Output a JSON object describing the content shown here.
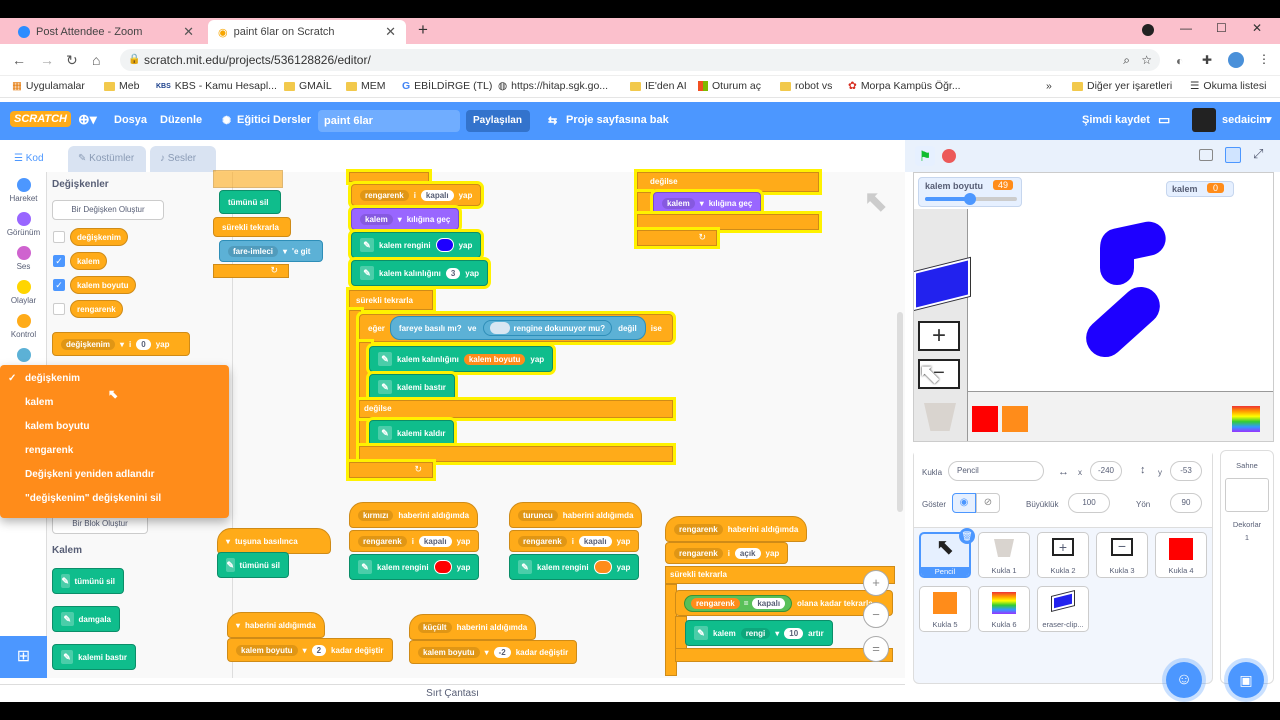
{
  "browser": {
    "tabs": [
      {
        "label": "Post Attendee - Zoom"
      },
      {
        "label": "paint 6lar on Scratch"
      }
    ],
    "url": "scratch.mit.edu/projects/536128826/editor/",
    "bookmarks": [
      "Uygulamalar",
      "Meb",
      "KBS - Kamu Hesapl...",
      "GMAİL",
      "MEM",
      "EBİLDİRGE (TL)",
      "https://hitap.sgk.go...",
      "IE'den AI",
      "Oturum aç",
      "robot vs",
      "Morpa Kampüs Öğr...",
      "Diğer yer işaretleri",
      "Okuma listesi"
    ]
  },
  "menubar": {
    "logo": "SCRATCH",
    "file": "Dosya",
    "edit": "Düzenle",
    "tutorials": "Eğitici Dersler",
    "project_title": "paint 6lar",
    "share": "Paylaşılan",
    "project_page": "Proje sayfasına bak",
    "save_now": "Şimdi kaydet",
    "user": "sedaicim"
  },
  "editor_tabs": {
    "code": "Kod",
    "costumes": "Kostümler",
    "sounds": "Sesler"
  },
  "categories": [
    {
      "label": "Hareket",
      "color": "#4c97ff"
    },
    {
      "label": "Görünüm",
      "color": "#9966ff"
    },
    {
      "label": "Ses",
      "color": "#cf63cf"
    },
    {
      "label": "Olaylar",
      "color": "#ffd500"
    },
    {
      "label": "Kontrol",
      "color": "#ffab19"
    },
    {
      "label": "",
      "color": "#5cb1d6"
    }
  ],
  "palette": {
    "variables_heading": "Değişkenler",
    "make_variable": "Bir Değişken Oluştur",
    "vars": [
      {
        "name": "değişkenim",
        "checked": false
      },
      {
        "name": "kalem",
        "checked": true
      },
      {
        "name": "kalem boyutu",
        "checked": true
      },
      {
        "name": "rengarenk",
        "checked": false
      }
    ],
    "set_block": {
      "var": "değişkenim",
      "mid": "i",
      "value": "0",
      "end": "yap"
    },
    "make_block": "Bir Blok Oluştur",
    "pen_heading": "Kalem",
    "pen_blocks": [
      "tümünü sil",
      "damgala",
      "kalemi bastır"
    ]
  },
  "dropdown": {
    "items": [
      "değişkenim",
      "kalem",
      "kalem boyutu",
      "rengarenk",
      "Değişkeni yeniden adlandır",
      "\"değişkenim\" değişkenini sil"
    ],
    "checked_index": 0
  },
  "workspace": {
    "b1": "rengarenk",
    "b1_mid": "i",
    "b1_val": "kapalı",
    "b1_end": "yap",
    "b2": "kalem",
    "b2_end": "kılığına geç",
    "b3": "kalem rengini",
    "b3_end": "yap",
    "b3_color": "#1e00ff",
    "b4": "kalem kalınlığını",
    "b4_val": "3",
    "b4_end": "yap",
    "forever": "sürekli tekrarla",
    "if": "eğer",
    "cond1": "fareye basılı mı?",
    "and": "ve",
    "cond2": "rengine dokunuyor mu?",
    "not": "değil",
    "then": "ise",
    "b5": "kalem kalınlığını",
    "b5_var": "kalem boyutu",
    "b5_end": "yap",
    "b6": "kalemi bastır",
    "else": "değilse",
    "b7": "kalemi kaldır",
    "left1": "tümünü sil",
    "left2": "sürekli tekrarla",
    "left3": "fare-imleci",
    "left3_end": "'e git",
    "right1": "değilse",
    "right2": "kalem",
    "right2_end": "kılığına geç",
    "h1_msg": "kırmızı",
    "h1": "haberini aldığımda",
    "h1_b1": "rengarenk",
    "h1_b1_mid": "i",
    "h1_b1_val": "kapalı",
    "h1_b1_end": "yap",
    "h1_b2": "kalem rengini",
    "h1_b2_end": "yap",
    "h1_color": "#ff0000",
    "h2_msg": "turuncu",
    "h2": "haberini aldığımda",
    "h2_b1": "rengarenk",
    "h2_b1_mid": "i",
    "h2_b1_val": "kapalı",
    "h2_b1_end": "yap",
    "h2_b2": "kalem rengini",
    "h2_b2_end": "yap",
    "h2_color": "#ff8c1a",
    "h3_msg": "rengarenk",
    "h3": "haberini aldığımda",
    "h3_b1": "rengarenk",
    "h3_b1_mid": "i",
    "h3_b1_val": "açık",
    "h3_b1_end": "yap",
    "h3_forever": "sürekli tekrarla",
    "h3_until_var": "rengarenk",
    "h3_until_eq": "=",
    "h3_until_val": "kapalı",
    "h3_until": "olana kadar tekrarla",
    "h3_b2": "kalem",
    "h3_b2_dd": "rengi",
    "h3_b2_val": "10",
    "h3_b2_end": "artır",
    "k1_a": "tuşuna basılınca",
    "k1_b": "tümünü sil",
    "h4": "haberini aldığımda",
    "h4_b": "kalem boyutu",
    "h4_val": "2",
    "h4_end": "kadar değiştir",
    "h5_msg": "küçült",
    "h5": "haberini aldığımda",
    "h5_b": "kalem boyutu",
    "h5_val": "-2",
    "h5_end": "kadar değiştir"
  },
  "stage": {
    "monitor1_label": "kalem boyutu",
    "monitor1_value": "49",
    "monitor2_label": "kalem",
    "monitor2_value": "0"
  },
  "sprite_info": {
    "sprite_label": "Kukla",
    "sprite_name": "Pencil",
    "x_label": "x",
    "x": "-240",
    "y_label": "y",
    "y": "-53",
    "show_label": "Göster",
    "size_label": "Büyüklük",
    "size": "100",
    "dir_label": "Yön",
    "direction": "90"
  },
  "sprites": [
    "Pencil",
    "Kukla 1",
    "Kukla 2",
    "Kukla 3",
    "Kukla 4",
    "Kukla 5",
    "Kukla 6",
    "eraser-clip..."
  ],
  "stage_pane": {
    "title": "Sahne",
    "backdrops": "Dekorlar",
    "count": "1"
  },
  "backpack": "Sırt Çantası"
}
